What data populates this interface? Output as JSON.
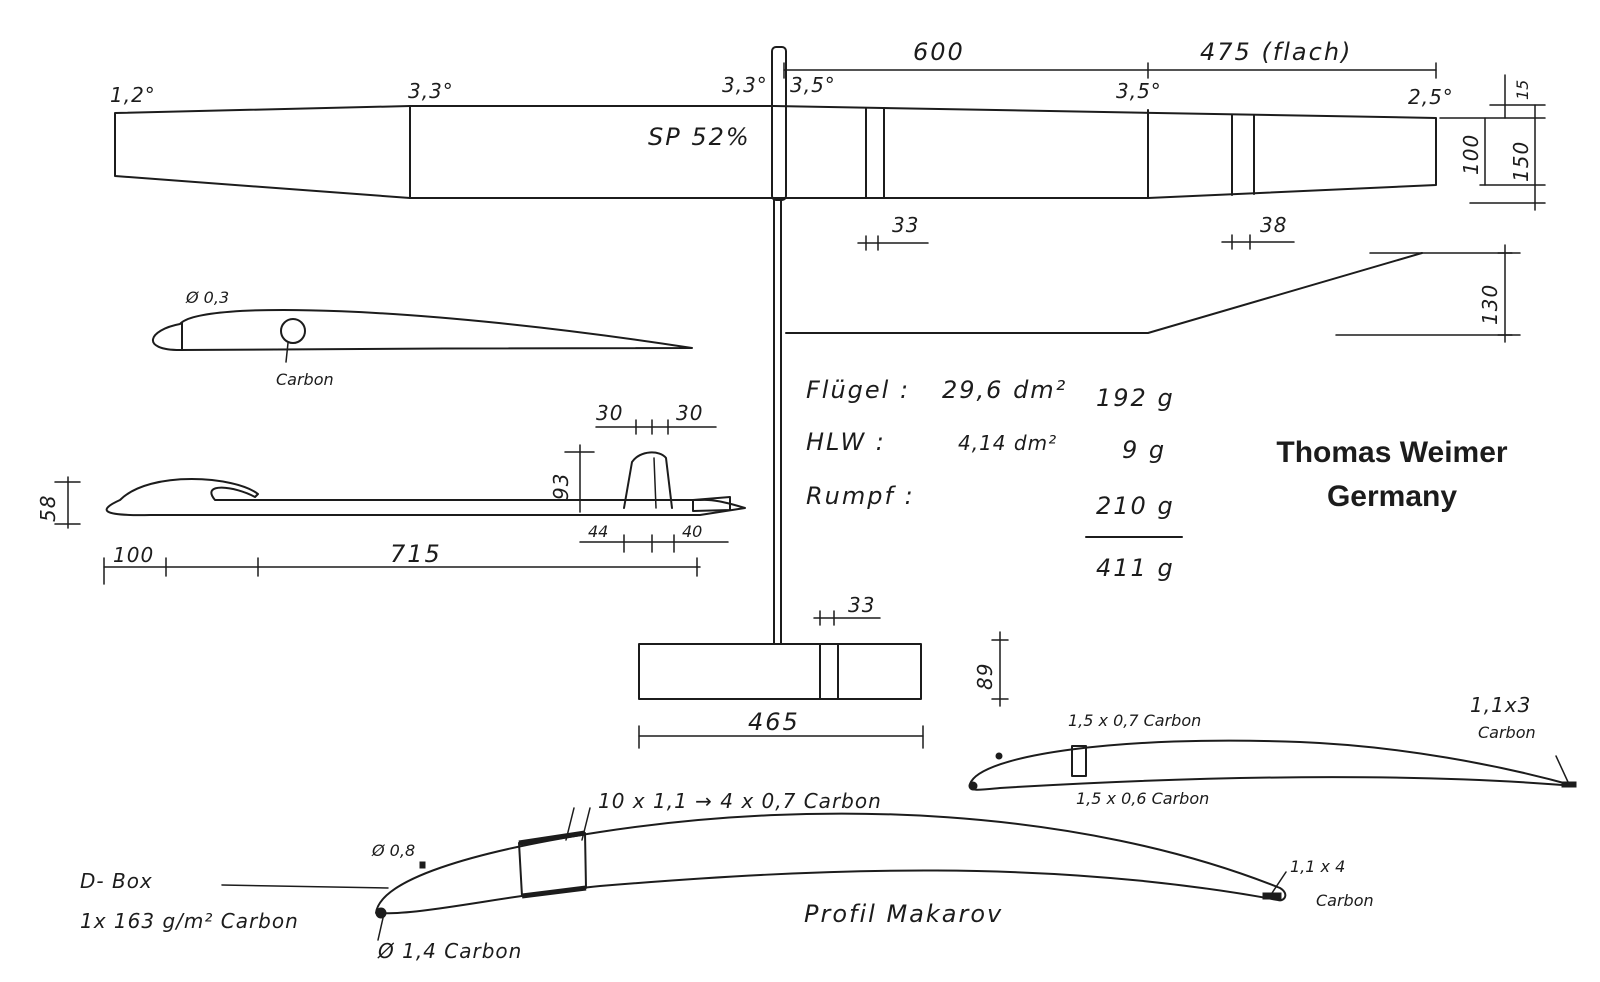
{
  "wing_labels": {
    "tip_left": "1,2°",
    "break_left": "3,3°",
    "root_left": "3,3°",
    "root_right": "3,5°",
    "break_right": "3,5°",
    "tip_right": "2,5°",
    "cg": "SP 52%",
    "dim_600": "600",
    "dim_475": "475 (flach)",
    "dim_15": "15",
    "dim_100": "100",
    "dim_150": "150",
    "spoiler_left": "33",
    "spoiler_right": "38",
    "dihedral": "130"
  },
  "wing_section": {
    "spar_dia": "Ø 0,3",
    "carbon": "Carbon"
  },
  "fuselage": {
    "dim_30a": "30",
    "dim_30b": "30",
    "dim_93": "93",
    "dim_58": "58",
    "dim_44": "44",
    "dim_40": "40",
    "dim_100": "100",
    "dim_715": "715"
  },
  "weights": {
    "fluegel_label": "Flügel :",
    "fluegel_area": "29,6 dm²",
    "fluegel_mass": "192 g",
    "hlw_label": "HLW :",
    "hlw_area": "4,14 dm²",
    "hlw_mass": "9 g",
    "rumpf_label": "Rumpf :",
    "rumpf_mass": "210 g",
    "total_mass": "411 g"
  },
  "author": {
    "name": "Thomas Weimer",
    "country": "Germany"
  },
  "stabilizer": {
    "dim_33": "33",
    "dim_465": "465",
    "dim_89": "89"
  },
  "tail_section": {
    "spar_top": "1,5 x 0,7 Carbon",
    "spar_bottom": "1,5 x 0,6 Carbon",
    "te_size": "1,1x3",
    "te_carbon": "Carbon"
  },
  "main_profile": {
    "spar": "10 x 1,1 → 4 x 0,7 Carbon",
    "le_dia": "Ø 0,8",
    "dbox": "D- Box",
    "dbox_spec": "1x 163 g/m² Carbon",
    "le_carbon": "Ø 1,4 Carbon",
    "te_size": "1,1 x 4",
    "te_carbon": "Carbon",
    "profile_name": "Profil Makarov"
  }
}
